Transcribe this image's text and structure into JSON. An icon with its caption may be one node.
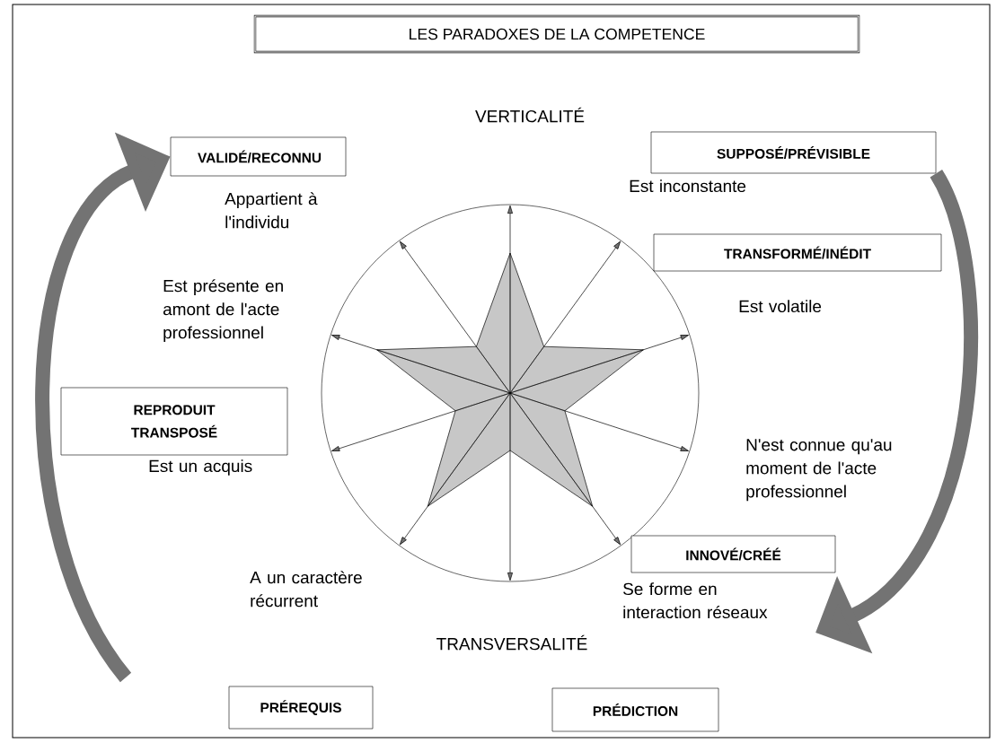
{
  "diagram": {
    "title": "LES PARADOXES DE LA COMPETENCE",
    "nodes": [
      {
        "text": [
          "VALIDÉ/RECONNU"
        ]
      },
      {
        "text": [
          "SUPPOSÉ/PRÉVISIBLE"
        ]
      },
      {
        "text": [
          "TRANSFORMÉ/INÉDIT"
        ]
      },
      {
        "text": [
          "REPRODUIT TRANSPOSÉ"
        ]
      },
      {
        "text": [
          "INNOVÉ/CRÉÉ"
        ]
      },
      {
        "text": [
          "PRÉREQUIS"
        ]
      },
      {
        "text": [
          "PRÉDICTION"
        ]
      }
    ],
    "edges": [
      {
        "from": null,
        "to": 0,
        "arrow": "to"
      },
      {
        "from": 1,
        "to": null,
        "arrow": "to"
      }
    ],
    "labels": [
      "VERTICALITÉ",
      "Appartient à l'individu",
      "Est inconstante",
      "Est présente en amont de l'acte professionnel",
      "Est volatile",
      "Est un acquis",
      "N'est connue qu'au moment de l'acte professionnel",
      "A un caractère récurrent",
      "Se forme en interaction réseaux",
      "TRANSVERSALITÉ"
    ]
  }
}
